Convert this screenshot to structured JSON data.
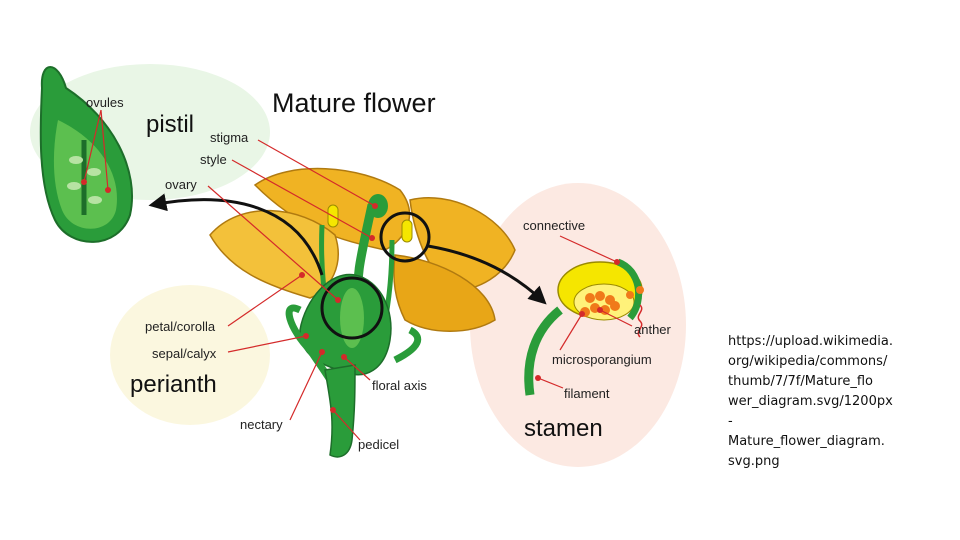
{
  "diagram": {
    "title": "Mature flower",
    "regions": {
      "pistil": "pistil",
      "perianth": "perianth",
      "stamen": "stamen"
    },
    "labels": {
      "ovules": "ovules",
      "stigma": "stigma",
      "style": "style",
      "ovary": "ovary",
      "petal": "petal/corolla",
      "sepal": "sepal/calyx",
      "nectary": "nectary",
      "floral_axis": "floral axis",
      "pedicel": "pedicel",
      "connective": "connective",
      "anther": "anther",
      "microsporangium": "microsporangium",
      "filament": "filament"
    },
    "colors": {
      "pistil_bg": "#e9f6e6",
      "perianth_bg": "#fbf7df",
      "stamen_bg": "#fce9e2",
      "petal": "#f0b323",
      "green": "#2a9c3a",
      "dark_green": "#1d6e2a",
      "leader": "#d42a2a",
      "pollen": "#f07a1a",
      "anther_yellow": "#f5e600"
    }
  },
  "caption": {
    "lines": [
      "https://upload.wikimedia.",
      "org/wikipedia/commons/",
      "thumb/7/7f/Mature_flo",
      "wer_diagram.svg/1200px",
      "-",
      "Mature_flower_diagram.",
      "svg.png"
    ]
  }
}
